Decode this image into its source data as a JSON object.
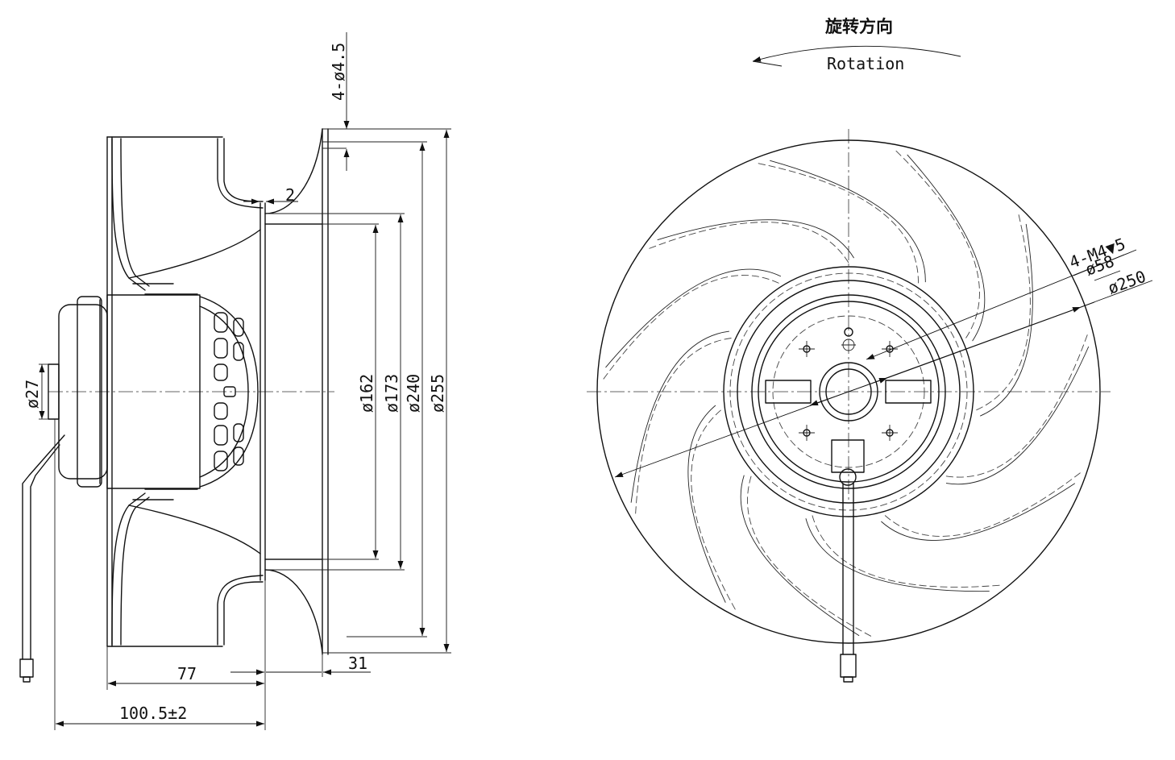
{
  "side_view": {
    "dims": {
      "hole_spec": "4-ø4.5",
      "wall": "2",
      "d_shaft": "ø27",
      "d_inlet": "ø162",
      "d_ring": "ø173",
      "d_hole_circle": "ø240",
      "d_outer": "ø255",
      "len_77": "77",
      "len_31": "31",
      "overall": "100.5±2"
    }
  },
  "front_view": {
    "rotation_cn": "旋转方向",
    "rotation_en": "Rotation",
    "dims": {
      "thread": "4-M4▼5",
      "d_bolt_circle": "ø58",
      "d_impeller": "ø250"
    }
  },
  "colors": {
    "line": "#111111",
    "background": "#ffffff"
  }
}
